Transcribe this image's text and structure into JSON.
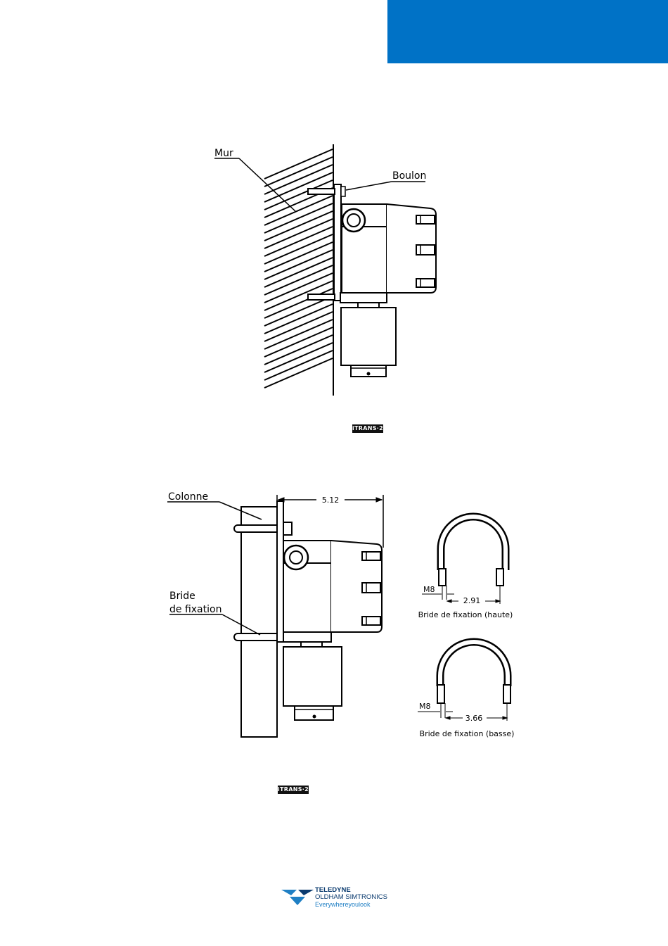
{
  "colors": {
    "accent": "#0072c6",
    "line": "#000000"
  },
  "figure1": {
    "label_wall": "Mur",
    "label_bolt": "Boulon",
    "badge": "iTRANS·2"
  },
  "figure2": {
    "label_column": "Colonne",
    "label_clamp_1": "Bride",
    "label_clamp_2": "de fixation",
    "dimension_width": "5.12",
    "badge": "iTRANS·2"
  },
  "clamp_top": {
    "thread": "M8",
    "dimension": "2.91",
    "caption": "Bride de fixation (haute)"
  },
  "clamp_bottom": {
    "thread": "M8",
    "dimension": "3.66",
    "caption": "Bride de fixation (basse)"
  },
  "logo": {
    "line1": "TELEDYNE",
    "line2": "OLDHAM SIMTRONICS",
    "line3": "Everywhereyoulook"
  }
}
